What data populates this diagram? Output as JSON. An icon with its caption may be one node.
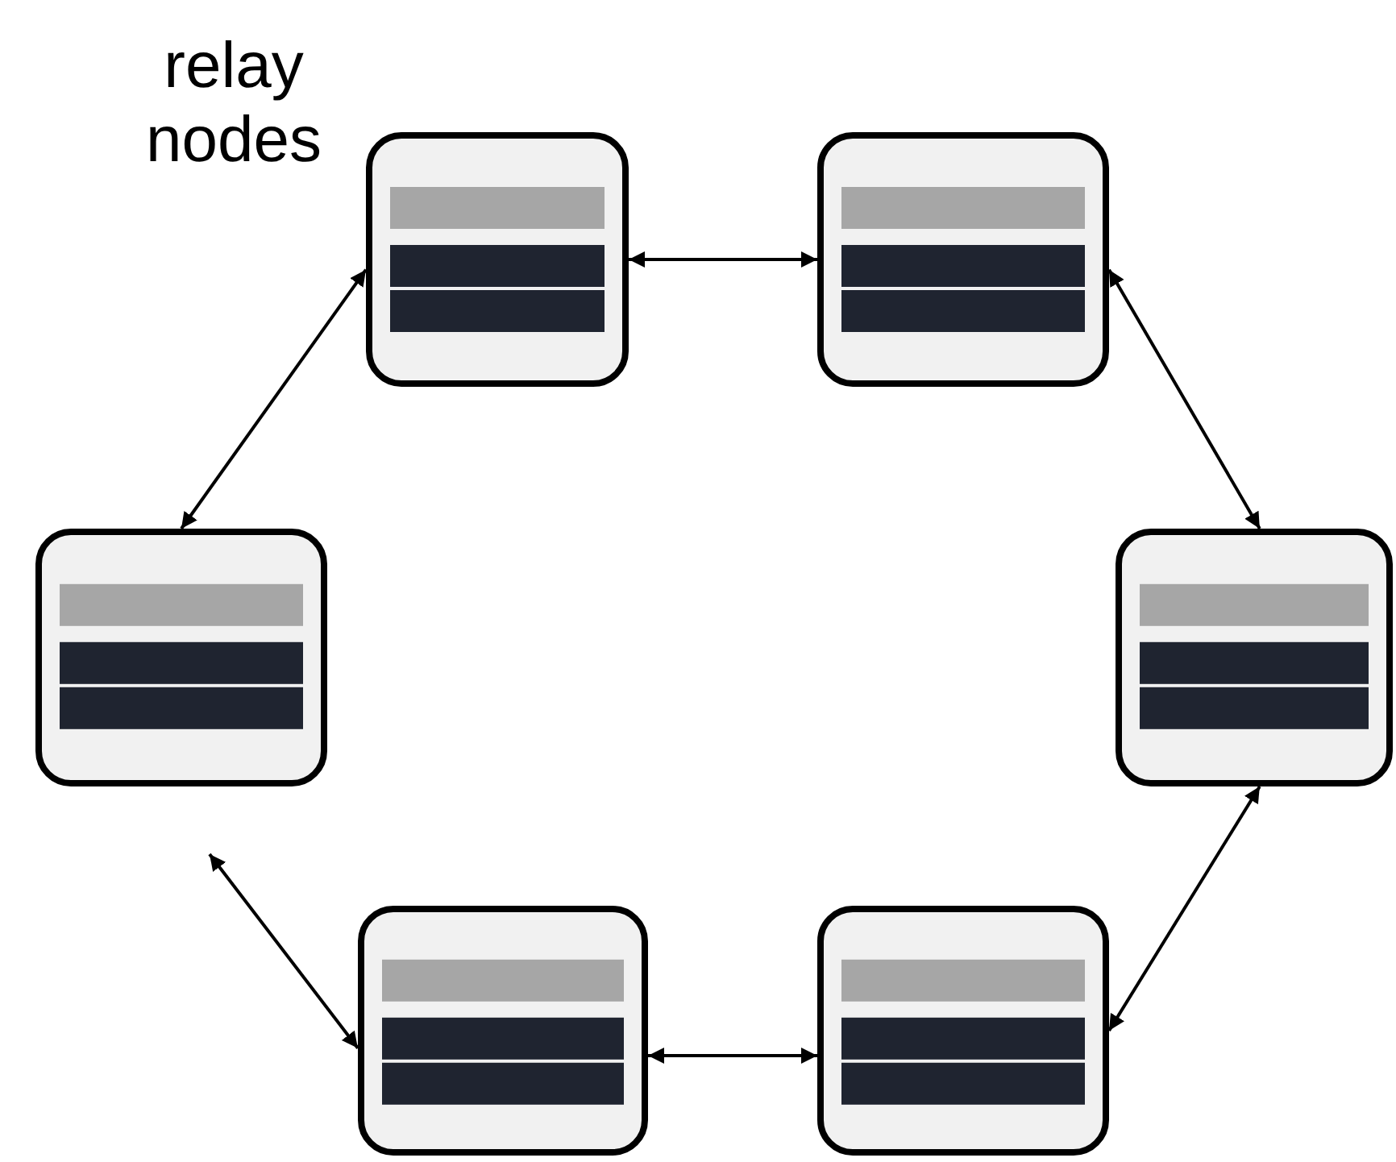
{
  "diagram": {
    "nodes": [
      {
        "text": [],
        "shape": "box"
      },
      {
        "text": [],
        "shape": "box"
      },
      {
        "text": [],
        "shape": "box"
      },
      {
        "text": [],
        "shape": "box"
      },
      {
        "text": [],
        "shape": "box"
      },
      {
        "text": [],
        "shape": "box"
      }
    ],
    "edges": [
      {
        "from": 0,
        "to": 1,
        "arrow": "both"
      },
      {
        "from": 0,
        "to": 2,
        "arrow": "both"
      },
      {
        "from": 1,
        "to": 3,
        "arrow": "both"
      },
      {
        "from": 3,
        "to": 5,
        "arrow": "both"
      },
      {
        "from": 5,
        "to": 4,
        "arrow": "both"
      },
      {
        "from": null,
        "to": 4,
        "arrow": "both"
      }
    ],
    "labels": [
      "relay nodes"
    ]
  }
}
